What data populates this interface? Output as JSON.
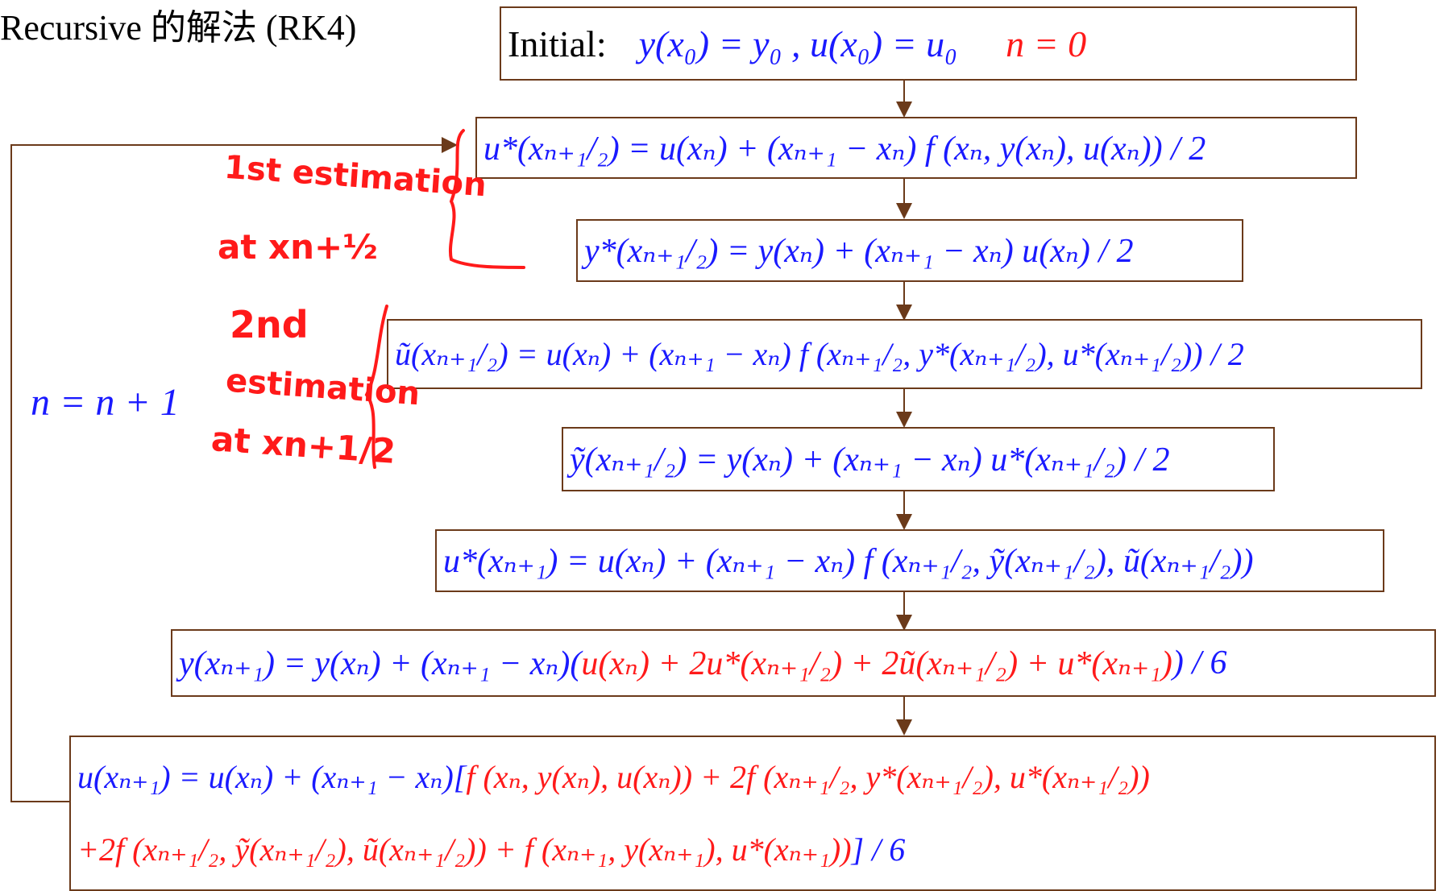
{
  "header": {
    "title": "Recursive 的解法 (RK4)"
  },
  "steps": [
    {
      "id": "initial",
      "label": "Initial:",
      "text": "y(x₀) = y₀ ,   u(x₀) = u₀",
      "counter": "n = 0"
    },
    {
      "id": "u_star_half",
      "text": "u*(xₙ₊₁/₂) = u(xₙ) + (xₙ₊₁ − xₙ) f (xₙ, y(xₙ), u(xₙ)) / 2"
    },
    {
      "id": "y_star_half",
      "text": "y*(xₙ₊₁/₂) = y(xₙ) + (xₙ₊₁ − xₙ) u(xₙ) / 2"
    },
    {
      "id": "u_tilde_half",
      "text": "ũ(xₙ₊₁/₂) = u(xₙ) + (xₙ₊₁ − xₙ) f (xₙ₊₁/₂, y*(xₙ₊₁/₂), u*(xₙ₊₁/₂)) / 2"
    },
    {
      "id": "y_tilde_half",
      "text": "ỹ(xₙ₊₁/₂) = y(xₙ) + (xₙ₊₁ − xₙ) u*(xₙ₊₁/₂) / 2"
    },
    {
      "id": "u_star_full",
      "text": "u*(xₙ₊₁) = u(xₙ) + (xₙ₊₁ − xₙ) f (xₙ₊₁/₂, ỹ(xₙ₊₁/₂), ũ(xₙ₊₁/₂))"
    },
    {
      "id": "y_next",
      "lhs": "y(xₙ₊₁) = y(xₙ) + (xₙ₊₁ − xₙ)(",
      "red": "u(xₙ) + 2u*(xₙ₊₁/₂) + 2ũ(xₙ₊₁/₂) + u*(xₙ₊₁)",
      "tail": ") / 6"
    },
    {
      "id": "u_next",
      "lhs": "u(xₙ₊₁) = u(xₙ) + (xₙ₊₁ − xₙ)[",
      "red1": "f (xₙ, y(xₙ), u(xₙ)) + 2f (xₙ₊₁/₂, y*(xₙ₊₁/₂), u*(xₙ₊₁/₂))",
      "red2": "+2f (xₙ₊₁/₂, ỹ(xₙ₊₁/₂), ũ(xₙ₊₁/₂)) + f (xₙ₊₁, y(xₙ₊₁), u*(xₙ₊₁))",
      "tail": "] / 6"
    }
  ],
  "loop": {
    "label": "n = n + 1"
  },
  "notes": {
    "first_1": "1st estimation",
    "first_2": "at xn+½",
    "second_1": "2nd",
    "second_2": "estimation",
    "second_3": "at xn+1/2"
  },
  "colors": {
    "eq_blue": "#1a1aff",
    "eq_red": "#ff1a1a",
    "box_border": "#6b3a1a",
    "connector": "#6b3a1a"
  }
}
